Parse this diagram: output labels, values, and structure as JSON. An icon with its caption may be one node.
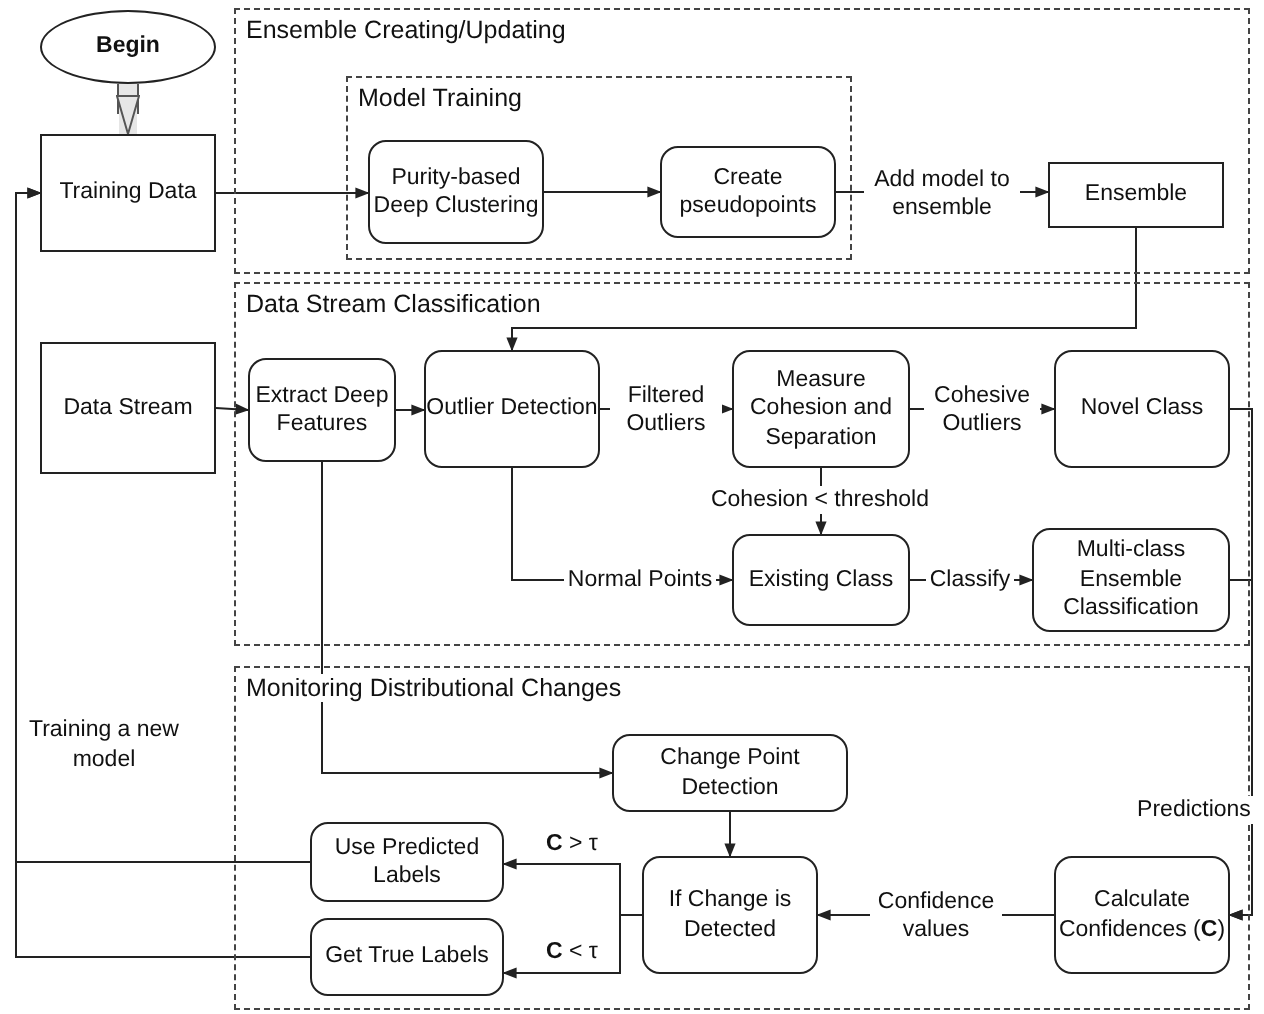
{
  "diagram": {
    "nodes": [
      {
        "text": [
          "Begin"
        ]
      },
      {
        "text": [
          "Training Data"
        ]
      },
      {
        "text": [
          "Ensemble Creating/Updating"
        ]
      },
      {
        "text": [
          "Model Training"
        ],
        "in": 2
      },
      {
        "text": [
          "Purity-based Deep Clustering"
        ],
        "in": 3
      },
      {
        "text": [
          "Create pseudopoints"
        ],
        "in": 3
      },
      {
        "text": [
          "Ensemble"
        ],
        "in": 2
      },
      {
        "text": [
          "Data Stream"
        ]
      },
      {
        "text": [
          "Data Stream Classification"
        ]
      },
      {
        "text": [
          "Extract Deep Features"
        ],
        "in": 8
      },
      {
        "text": [
          "Outlier Detection"
        ],
        "in": 8
      },
      {
        "text": [
          "Measure Cohesion and Separation"
        ],
        "in": 8
      },
      {
        "text": [
          "Novel Class"
        ],
        "in": 8
      },
      {
        "text": [
          "Existing Class"
        ],
        "in": 8
      },
      {
        "text": [
          "Multi-class Ensemble Classification"
        ],
        "in": 8
      },
      {
        "text": [
          "Monitoring Distributional Changes"
        ]
      },
      {
        "text": [
          "Change Point Detection"
        ],
        "in": 15
      },
      {
        "text": [
          "Use Predicted Labels"
        ],
        "in": 15
      },
      {
        "text": [
          "Get True Labels"
        ],
        "in": 15
      },
      {
        "text": [
          "If Change is Detected"
        ],
        "in": 15
      },
      {
        "text": [
          "Calculate Confidences (**C**)"
        ],
        "in": 15
      }
    ],
    "edges": [
      {
        "from": 0,
        "to": 1,
        "arrow": "to",
        "style": "thick",
        "color": "#e6e6e6"
      },
      {
        "from": 1,
        "to": 4,
        "arrow": "to"
      },
      {
        "from": 4,
        "to": 5,
        "arrow": "to"
      },
      {
        "from": 5,
        "to": 6,
        "arrow": "to",
        "label": "Add model to ensemble"
      },
      {
        "from": 6,
        "to": 10,
        "arrow": "to"
      },
      {
        "from": 7,
        "to": 9,
        "arrow": "to"
      },
      {
        "from": 9,
        "to": 10,
        "arrow": "to"
      },
      {
        "from": 10,
        "to": 11,
        "arrow": "to",
        "label": "Filtered Outliers"
      },
      {
        "from": 11,
        "to": 12,
        "arrow": "to",
        "label": "Cohesive Outliers"
      },
      {
        "from": 11,
        "to": 13,
        "arrow": "to",
        "label": "Cohesion < threshold"
      },
      {
        "from": 10,
        "to": 13,
        "arrow": "to",
        "label": "Normal Points"
      },
      {
        "from": 13,
        "to": 14,
        "arrow": "to",
        "label": "Classify"
      },
      {
        "from": 12,
        "to": 20,
        "arrow": "to"
      },
      {
        "from": 14,
        "to": 20,
        "arrow": "to",
        "label": "Predictions"
      },
      {
        "from": 9,
        "to": 16,
        "arrow": "to"
      },
      {
        "from": 16,
        "to": 19,
        "arrow": "to"
      },
      {
        "from": 20,
        "to": 19,
        "arrow": "to",
        "label": "Confidence values"
      },
      {
        "from": 19,
        "to": 17,
        "arrow": "to",
        "label": "**C** > τ"
      },
      {
        "from": 19,
        "to": 18,
        "arrow": "to",
        "label": "**C** < τ"
      },
      {
        "from": 17,
        "to": 1,
        "arrow": "to"
      },
      {
        "from": 18,
        "to": 1,
        "arrow": "to"
      }
    ],
    "labels": [
      "Training a new model"
    ]
  }
}
